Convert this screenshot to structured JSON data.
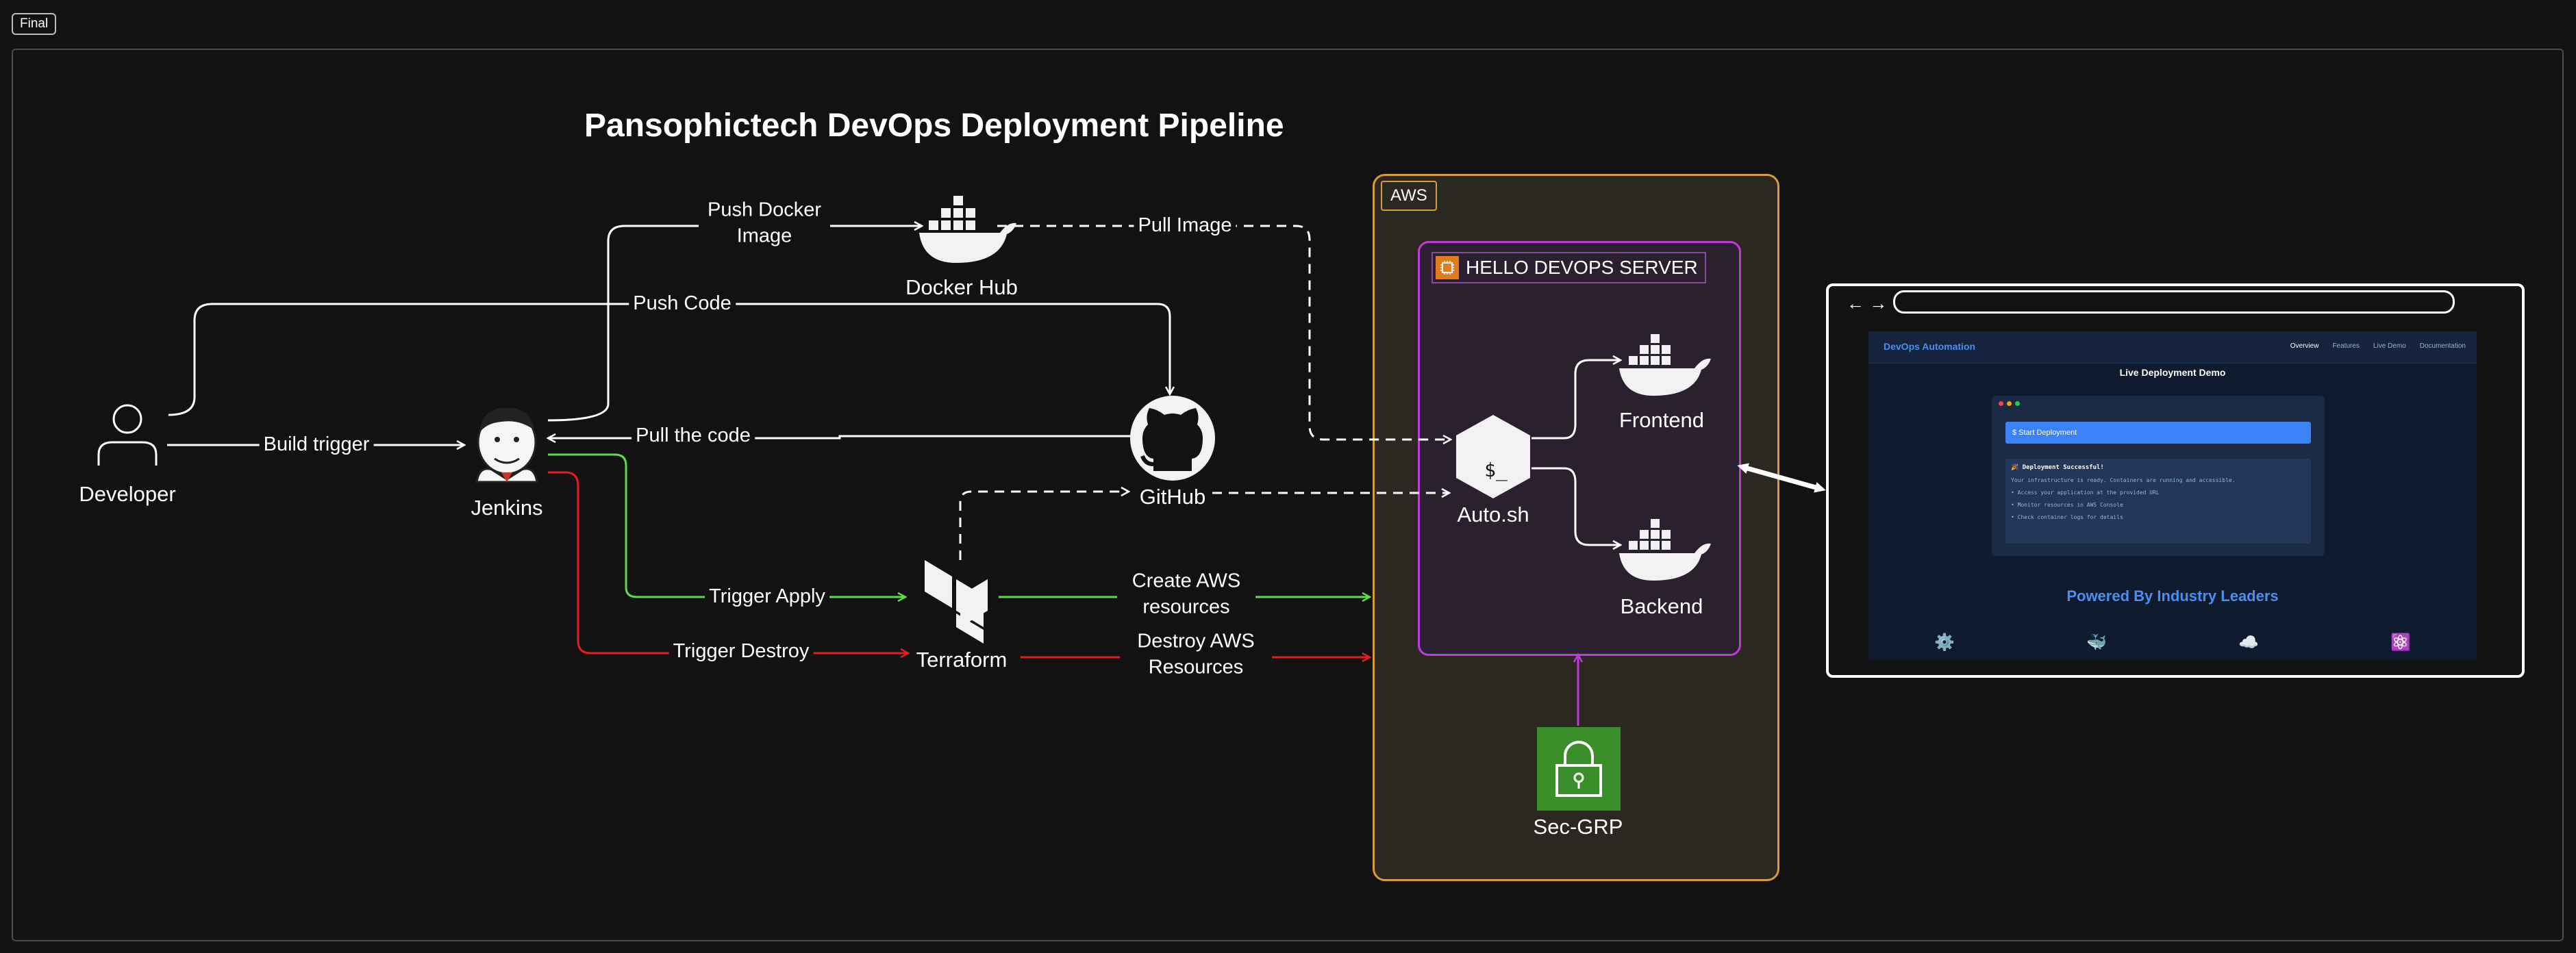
{
  "frame": {
    "label": "Final"
  },
  "title": "Pansophictech DevOps Deployment Pipeline",
  "nodes": {
    "developer": "Developer",
    "jenkins": "Jenkins",
    "docker_hub": "Docker Hub",
    "github": "GitHub",
    "terraform": "Terraform",
    "auto_sh": "Auto.sh",
    "frontend": "Frontend",
    "backend": "Backend",
    "sec_grp": "Sec-GRP"
  },
  "edges": {
    "build_trigger": "Build trigger",
    "push_docker_image": "Push Docker Image",
    "push_code": "Push Code",
    "pull_the_code": "Pull the code",
    "pull_image": "Pull Image",
    "trigger_apply": "Trigger Apply",
    "trigger_destroy": "Trigger Destroy",
    "create_aws_resources": "Create AWS resources",
    "destroy_aws_resources": "Destroy AWS Resources"
  },
  "groups": {
    "aws": "AWS",
    "server": "HELLO DEVOPS SERVER"
  },
  "colors": {
    "apply": "#5ddc4a",
    "destroy": "#e02020",
    "aws_border": "#d79b3a",
    "server_border": "#c03ad8",
    "sec_grp_fill": "#3b8f2a"
  },
  "browser": {
    "nav_arrows": "←  →",
    "site": {
      "brand": "DevOps Automation",
      "nav": [
        "Overview",
        "Features",
        "Live Demo",
        "Documentation"
      ],
      "heading": "Live Deployment Demo",
      "button": "$ Start Deployment",
      "success": "🎉 Deployment Successful!",
      "lines": [
        "Your infrastructure is ready. Containers are running and accessible.",
        "• Access your application at the provided URL",
        "• Monitor resources in AWS Console",
        "• Check container logs for details"
      ],
      "powered": "Powered By Industry Leaders",
      "tech_icons": [
        "⚙️",
        "🐳",
        "☁️",
        "⚛️"
      ]
    }
  }
}
